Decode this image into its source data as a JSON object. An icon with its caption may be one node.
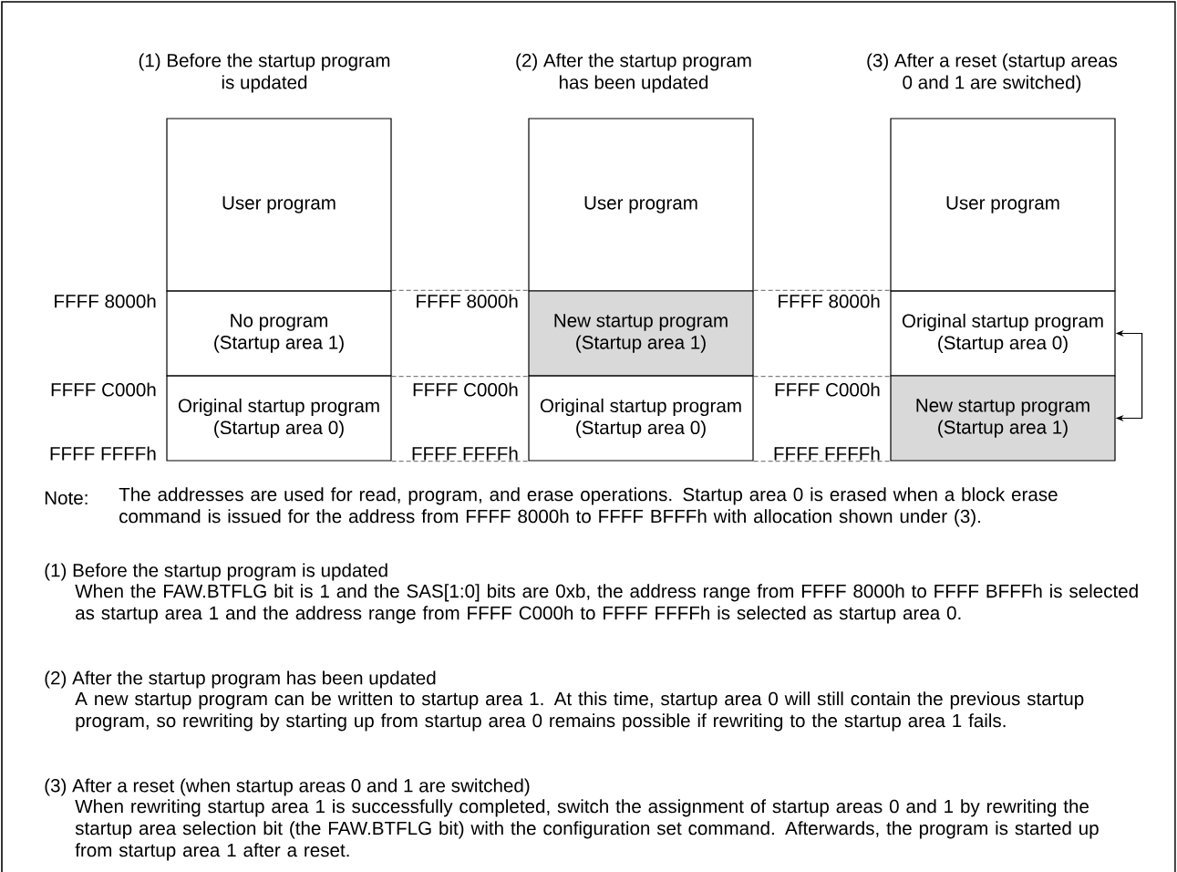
{
  "diagram": {
    "nodes": [
      {
        "text": [
          "User program"
        ]
      },
      {
        "text": [
          "No program (Startup area 1)"
        ]
      },
      {
        "text": [
          "Original startup program (Startup area 0)"
        ]
      },
      {
        "text": [
          "User program"
        ]
      },
      {
        "text": [
          "New startup program (Startup area 1)"
        ]
      },
      {
        "text": [
          "Original startup program (Startup area 0)"
        ]
      },
      {
        "text": [
          "User program"
        ]
      },
      {
        "text": [
          "Original startup program (Startup area 0)"
        ]
      },
      {
        "text": [
          "New startup program (Startup area 1)"
        ]
      }
    ],
    "edges": [
      {
        "from": 8,
        "to": 7,
        "arrow": "both",
        "color": "#000000"
      },
      {
        "from": 1,
        "to": 4,
        "arrow": "none",
        "style": "dashed",
        "color": "#808080"
      },
      {
        "from": 1,
        "to": 4,
        "arrow": "none",
        "style": "dashed",
        "color": "#808080"
      },
      {
        "from": 2,
        "to": 5,
        "arrow": "none",
        "style": "dashed",
        "color": "#808080"
      },
      {
        "from": 4,
        "to": 7,
        "arrow": "none",
        "style": "dashed",
        "color": "#808080"
      },
      {
        "from": 4,
        "to": 7,
        "arrow": "none",
        "style": "dashed",
        "color": "#808080"
      },
      {
        "from": 5,
        "to": 8,
        "arrow": "none",
        "style": "dashed",
        "color": "#808080"
      }
    ],
    "labels": [
      "(1) Before the startup program is updated",
      "(2) After the startup program has been updated",
      "(3) After a reset (startup areas 0 and 1 are switched)",
      "FFFF 8000h",
      "FFFF 8000h",
      "FFFF 8000h",
      "FFFF C000h",
      "FFFF C000h",
      "FFFF C000h",
      "FFFF FFFFh",
      "FFFF FFFFh",
      "FFFF FFFFh",
      "Note:",
      "The addresses are used for read, program, and erase operations. Startup area 0 is erased when a block erase command is issued for the address from FFFF 8000h to FFFF BFFFh with allocation shown under (3).",
      "(1) Before the startup program is updated",
      "When the FAW.BTFLG bit is 1 and the SAS[1:0] bits are 0xb, the address range from FFFF 8000h to FFFF BFFFh is selected as startup area 1 and the address range from FFFF C000h to FFFF FFFFh is selected as startup area 0.",
      "(2) After the startup program has been updated",
      "A new startup program can be written to startup area 1. At this time, startup area 0 will still contain the previous startup program, so rewriting by starting up from startup area 0 remains possible if rewriting to the startup area 1 fails.",
      "(3) After a reset (when startup areas 0 and 1 are switched)",
      "When rewriting startup area 1 is successfully completed, switch the assignment of startup areas 0 and 1 by rewriting the startup area selection bit (the FAW.BTFLG bit) with the configuration set command. Afterwards, the program is started up from startup area 1 after a reset."
    ]
  }
}
